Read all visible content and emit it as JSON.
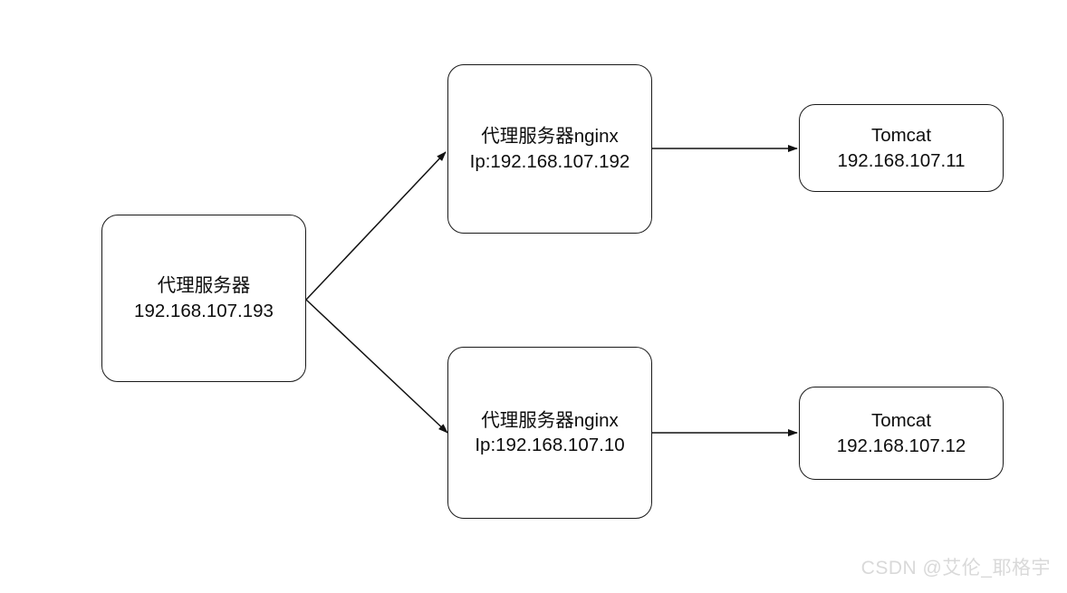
{
  "diagram": {
    "type": "flow",
    "title": "",
    "background_color": "#ffffff",
    "stroke_color": "#1a1a1a",
    "nodes": [
      {
        "id": "proxy-root",
        "name": "proxy-root",
        "shape": "rounded-rect",
        "lines": [
          "代理服务器",
          "192.168.107.193"
        ]
      },
      {
        "id": "nginx-top",
        "name": "nginx-proxy-top",
        "shape": "rounded-rect",
        "lines": [
          "代理服务器nginx",
          "Ip:192.168.107.192"
        ]
      },
      {
        "id": "nginx-bottom",
        "name": "nginx-proxy-bottom",
        "shape": "rounded-rect",
        "lines": [
          "代理服务器nginx",
          "Ip:192.168.107.10"
        ]
      },
      {
        "id": "tomcat-top",
        "name": "tomcat-top",
        "shape": "rounded-rect",
        "lines": [
          "Tomcat",
          "192.168.107.11"
        ]
      },
      {
        "id": "tomcat-bottom",
        "name": "tomcat-bottom",
        "shape": "rounded-rect",
        "lines": [
          "Tomcat",
          "192.168.107.12"
        ]
      }
    ],
    "edges": [
      {
        "from": "proxy-root",
        "to": "nginx-top",
        "label": "",
        "arrow": "end"
      },
      {
        "from": "proxy-root",
        "to": "nginx-bottom",
        "label": "",
        "arrow": "end"
      },
      {
        "from": "nginx-top",
        "to": "tomcat-top",
        "label": "",
        "arrow": "end"
      },
      {
        "from": "nginx-bottom",
        "to": "tomcat-bottom",
        "label": "",
        "arrow": "end"
      }
    ]
  },
  "watermark": {
    "text": "CSDN @艾伦_耶格宇",
    "color": "#d9d9d9"
  }
}
